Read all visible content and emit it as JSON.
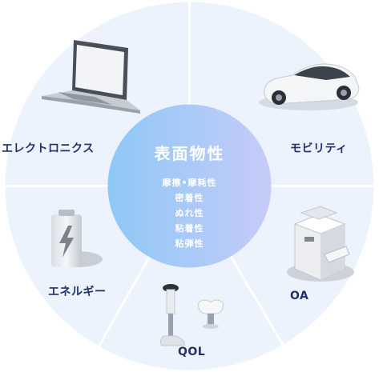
{
  "center": {
    "title": "表面物性",
    "items": [
      "摩擦•摩耗性",
      "密着性",
      "ぬれ性",
      "粘着性",
      "粘弾性"
    ]
  },
  "segments": [
    {
      "id": "electronics",
      "label": "エレクトロニクス",
      "icon": "laptop-icon"
    },
    {
      "id": "mobility",
      "label": "モビリティ",
      "icon": "car-icon"
    },
    {
      "id": "oa",
      "label": "OA",
      "icon": "copier-icon"
    },
    {
      "id": "qol",
      "label": "QOL",
      "icon": "prosthetic-dental-implant-icon"
    },
    {
      "id": "energy",
      "label": "エネルギー",
      "icon": "battery-icon"
    }
  ],
  "colors": {
    "ring": "#edf3fd",
    "divider": "#ffffff",
    "center_left": "#8ec8f6",
    "center_right": "#c4cbf7",
    "label": "#22306b"
  }
}
